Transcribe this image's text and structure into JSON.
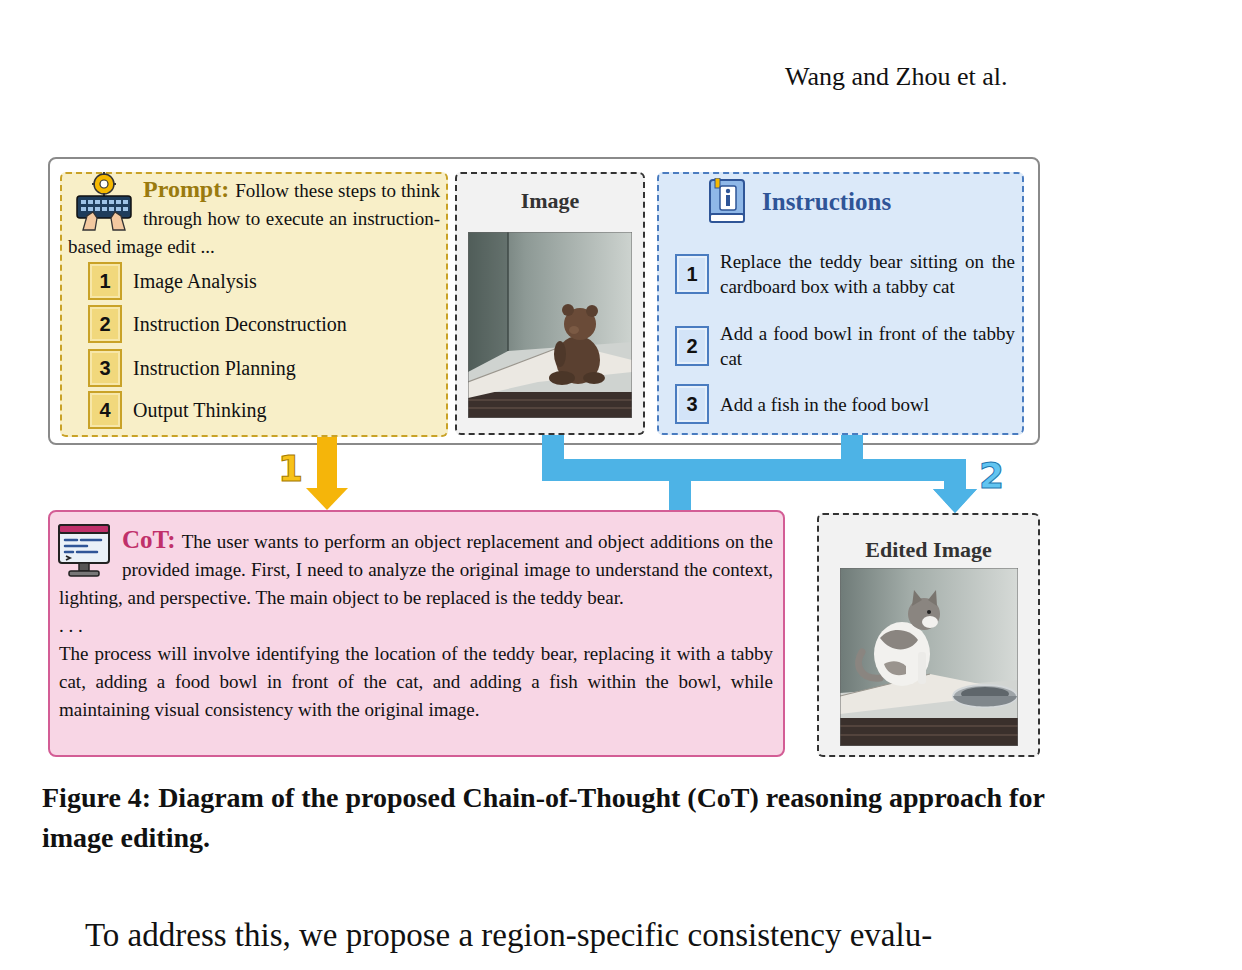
{
  "diagram": {
    "caption": "Figure 4: Diagram of the proposed Chain-of-Thought (CoT) reasoning approach for image editing.",
    "nodes": [
      {
        "text": [
          "Prompt:",
          "Follow these steps to think through how to execute an instruction-based image edit ..."
        ]
      },
      {
        "text": [
          "1",
          "Image Analysis"
        ],
        "in": 0
      },
      {
        "text": [
          "2",
          "Instruction Deconstruction"
        ],
        "in": 0
      },
      {
        "text": [
          "3",
          "Instruction Planning"
        ],
        "in": 0
      },
      {
        "text": [
          "4",
          "Output Thinking"
        ],
        "in": 0
      },
      {
        "text": [
          "Image"
        ]
      },
      {
        "text": [
          "Instructions"
        ]
      },
      {
        "text": [
          "1",
          "Replace the teddy bear sitting on the cardboard box with a tabby cat"
        ],
        "in": 6
      },
      {
        "text": [
          "2",
          "Add a food bowl in front of the tabby cat"
        ],
        "in": 6
      },
      {
        "text": [
          "3",
          "Add a fish in the food bowl"
        ],
        "in": 6
      },
      {
        "text": [
          "CoT:",
          "The user wants to perform an object replacement and object additions on the provided image. First, I need to analyze the original image to understand the context, lighting, and perspective. The main object to be replaced is the teddy bear.",
          ". . .",
          "The process will involve identifying the location of the teddy bear, replacing it with a tabby cat, adding a food bowl in front of the cat, and adding a fish within the bowl, while maintaining visual consistency with the original image."
        ]
      },
      {
        "text": [
          "Edited Image"
        ]
      }
    ],
    "edges": [
      {
        "from": 0,
        "to": 10,
        "arrow": "to"
      },
      {
        "from": 5,
        "to": 10,
        "arrow": "none"
      },
      {
        "from": 5,
        "to": 11,
        "arrow": "to"
      },
      {
        "from": 6,
        "to": 10,
        "arrow": "none"
      },
      {
        "from": 6,
        "to": 11,
        "arrow": "to"
      }
    ],
    "labels": [
      "Wang and Zhou et al.",
      "1",
      "2",
      "To address this, we propose a region-specific consistency evalu-"
    ]
  }
}
